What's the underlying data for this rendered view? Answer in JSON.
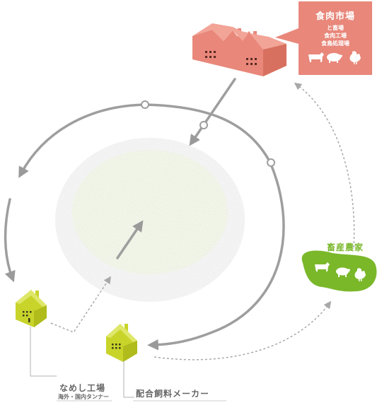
{
  "meat_market": {
    "title": "食肉市場",
    "sub_lines": [
      "と畜場",
      "食肉工場",
      "食鳥処理場"
    ],
    "color": "#e8877a",
    "icons": [
      "cow-icon",
      "pig-icon",
      "chicken-icon"
    ]
  },
  "livestock_farmer": {
    "title": "畜産農家",
    "color": "#7ab82a",
    "icons": [
      "cow-icon",
      "pig-icon",
      "chicken-icon"
    ]
  },
  "tannery": {
    "title": "なめし工場",
    "subtitle": "海外・国内タンナー",
    "color": "#c8d42a"
  },
  "feed_maker": {
    "title": "配合飼料メーカー",
    "color": "#c8d42a"
  }
}
